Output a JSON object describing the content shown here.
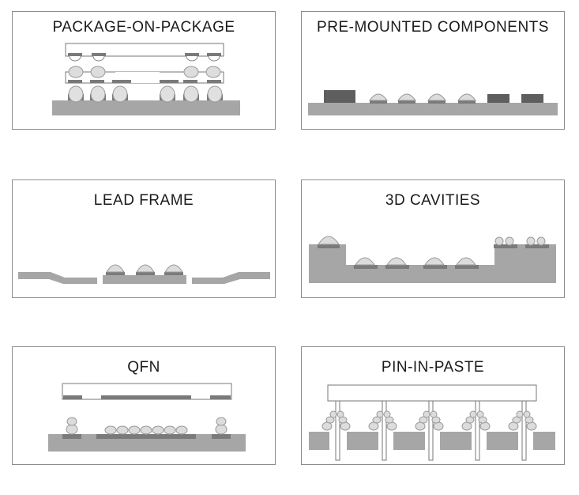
{
  "panels": [
    {
      "title": "PACKAGE-ON-PACKAGE"
    },
    {
      "title": "PRE-MOUNTED COMPONENTS"
    },
    {
      "title": "LEAD FRAME"
    },
    {
      "title": "3D CAVITIES"
    },
    {
      "title": "QFN"
    },
    {
      "title": "PIN-IN-PASTE"
    }
  ],
  "colors": {
    "substrate": "#a6a6a6",
    "pad": "#7a7a7a",
    "component": "#5e5e5e",
    "border": "#8c8c8c"
  }
}
